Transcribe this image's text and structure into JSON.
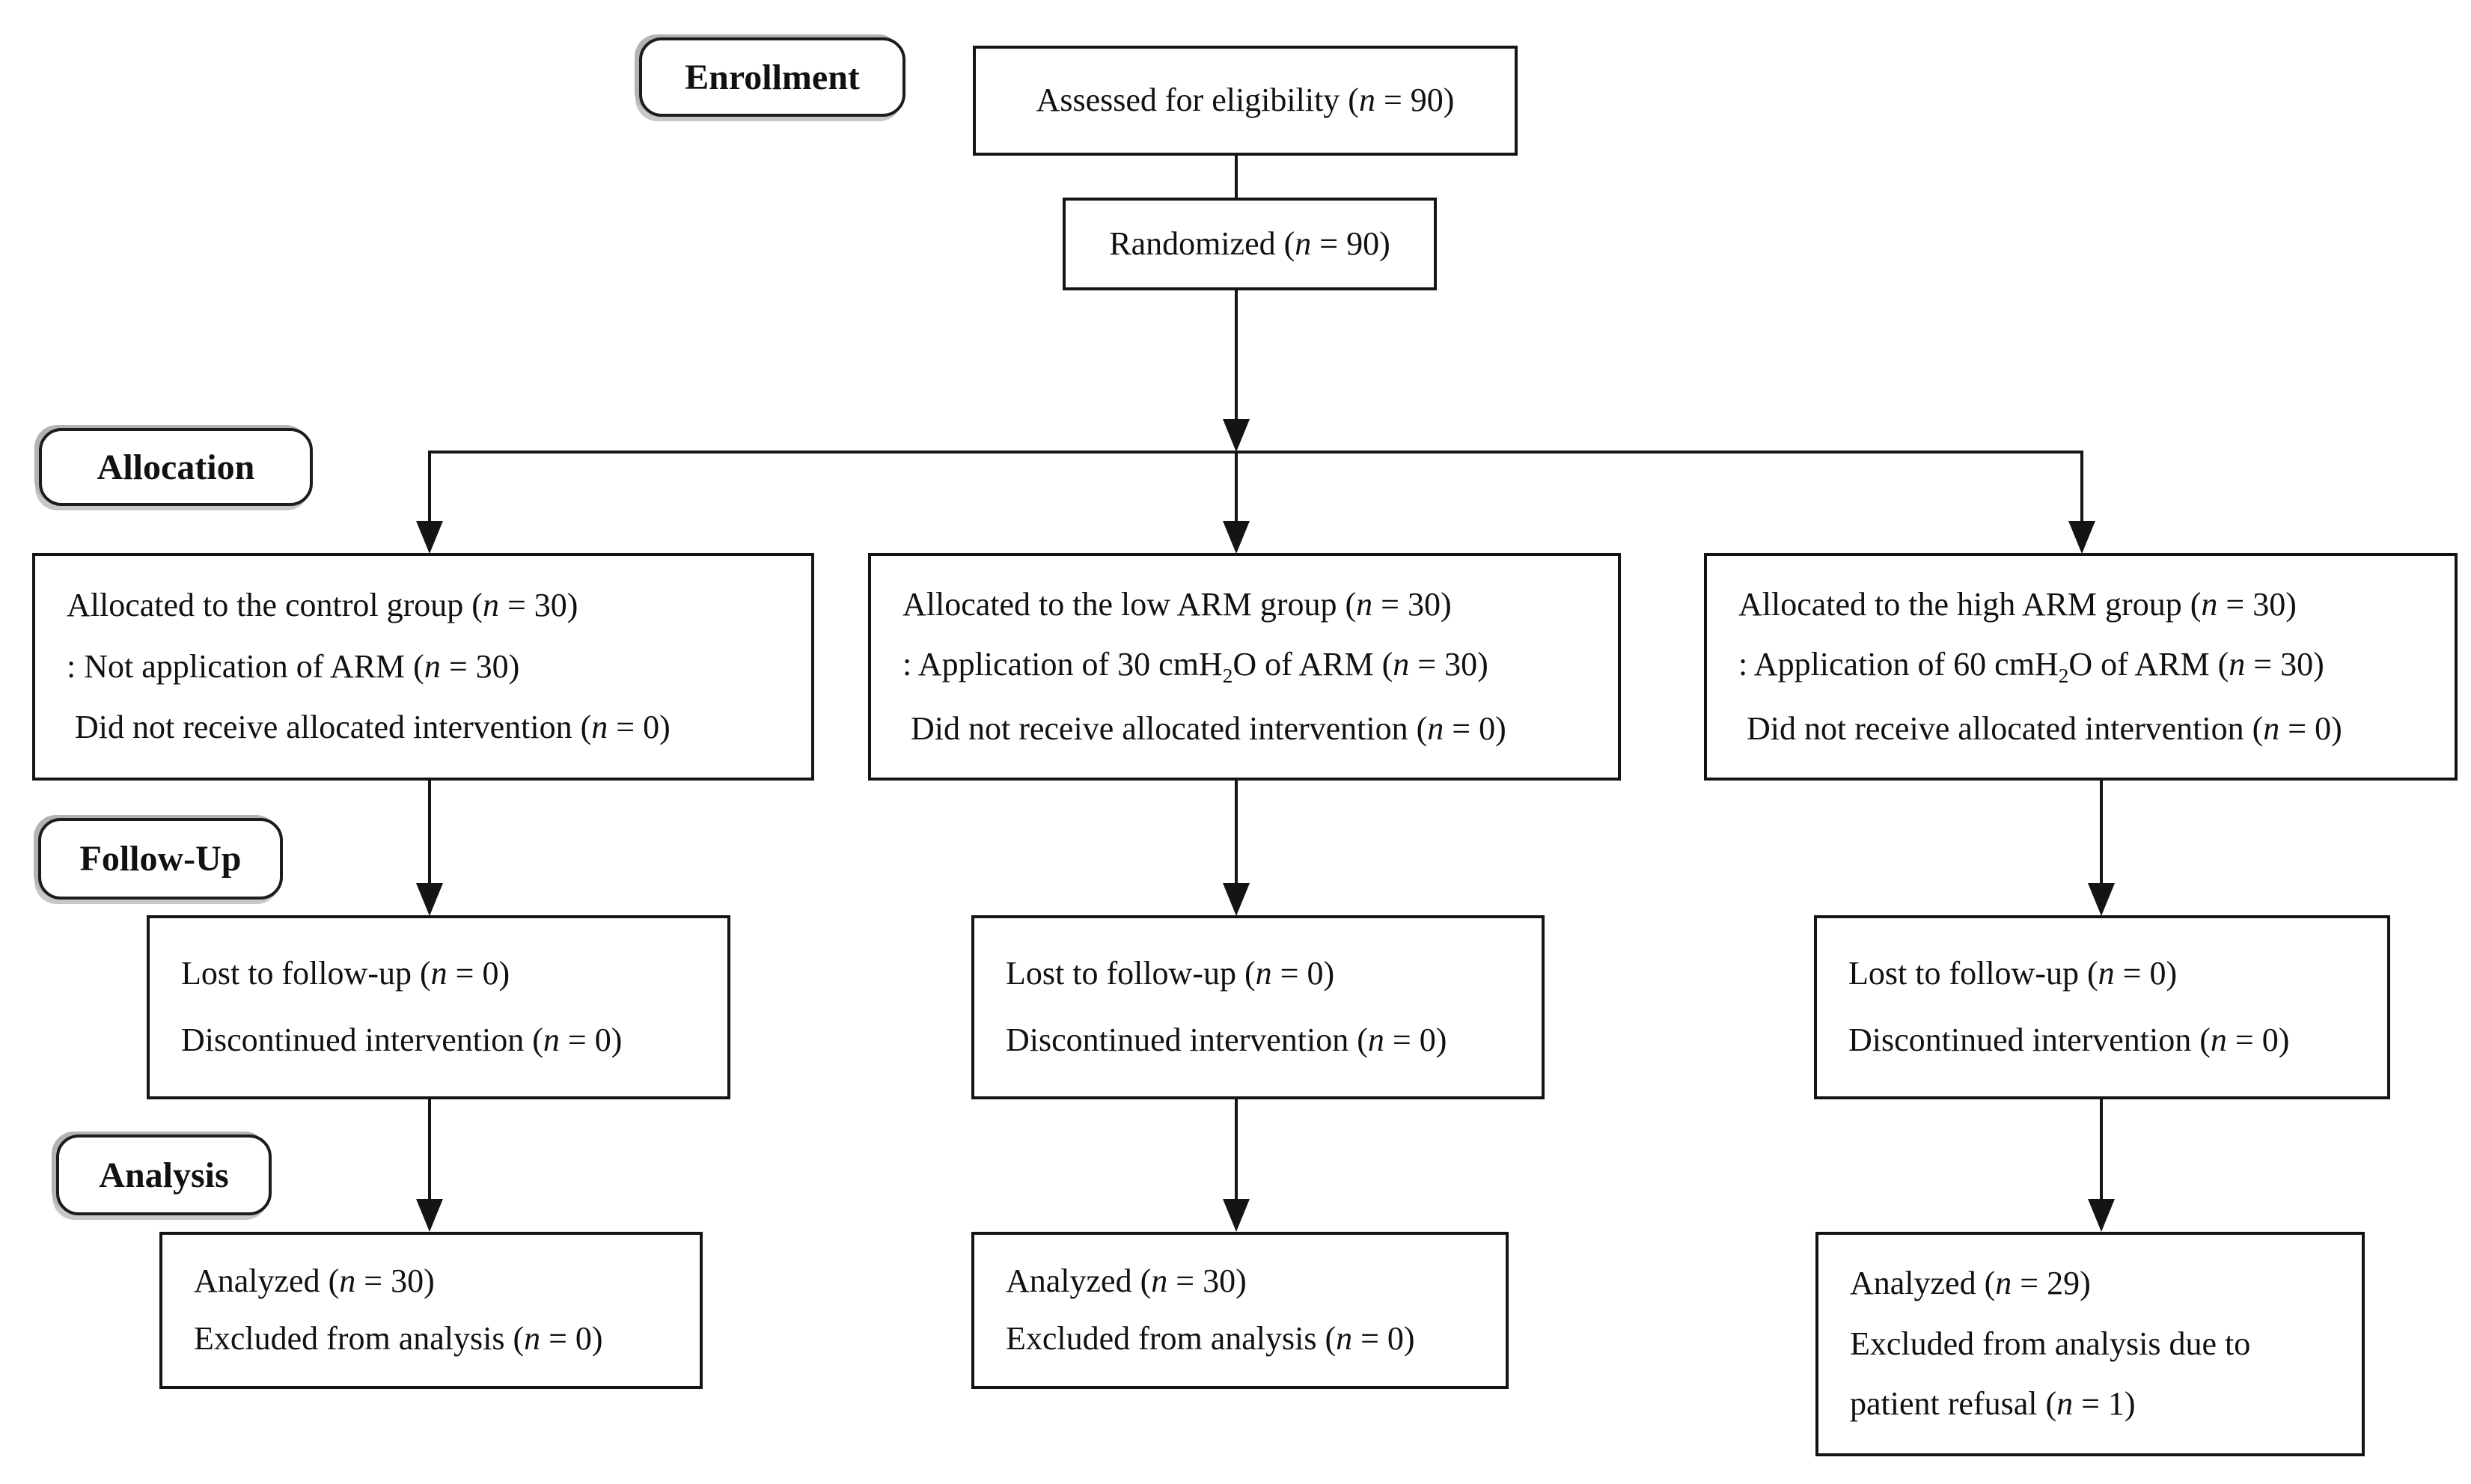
{
  "diagram": {
    "title": "CONSORT participant flow diagram",
    "colors": {
      "background": "#ffffff",
      "box_border": "#141414",
      "text": "#111111",
      "label_shadow": "#b3b3b3",
      "arrow": "#141414"
    },
    "stage_labels": [
      {
        "id": "enrollment",
        "text": "Enrollment"
      },
      {
        "id": "allocation",
        "text": "Allocation"
      },
      {
        "id": "followup",
        "text": "Follow-Up"
      },
      {
        "id": "analysis",
        "text": "Analysis"
      }
    ],
    "nodes": {
      "assessed": {
        "lines": [
          "Assessed for eligibility (n = 90)"
        ]
      },
      "randomized": {
        "lines": [
          "Randomized (n = 90)"
        ]
      },
      "alloc_control": {
        "lines": [
          "Allocated to the control group (n = 30)",
          ": Not application of ARM (n = 30)",
          " Did not receive allocated intervention (n = 0)"
        ]
      },
      "alloc_low": {
        "lines": [
          "Allocated to the low ARM group (n = 30)",
          ": Application of 30 cmH2O of ARM (n = 30)",
          " Did not receive allocated intervention (n = 0)"
        ]
      },
      "alloc_high": {
        "lines": [
          "Allocated to the high ARM group (n = 30)",
          ": Application of 60 cmH2O of ARM (n = 30)",
          " Did not receive allocated intervention (n = 0)"
        ]
      },
      "fu_control": {
        "lines": [
          "Lost to follow-up (n = 0)",
          "Discontinued intervention (n = 0)"
        ]
      },
      "fu_low": {
        "lines": [
          "Lost to follow-up (n = 0)",
          "Discontinued intervention (n = 0)"
        ]
      },
      "fu_high": {
        "lines": [
          "Lost to follow-up (n = 0)",
          "Discontinued intervention (n = 0)"
        ]
      },
      "an_control": {
        "lines": [
          "Analyzed (n = 30)",
          "Excluded from analysis (n = 0)"
        ]
      },
      "an_low": {
        "lines": [
          "Analyzed (n = 30)",
          "Excluded from analysis (n = 0)"
        ]
      },
      "an_high": {
        "lines": [
          "Analyzed (n = 29)",
          "Excluded from analysis due to",
          "patient refusal (n = 1)"
        ]
      }
    }
  }
}
